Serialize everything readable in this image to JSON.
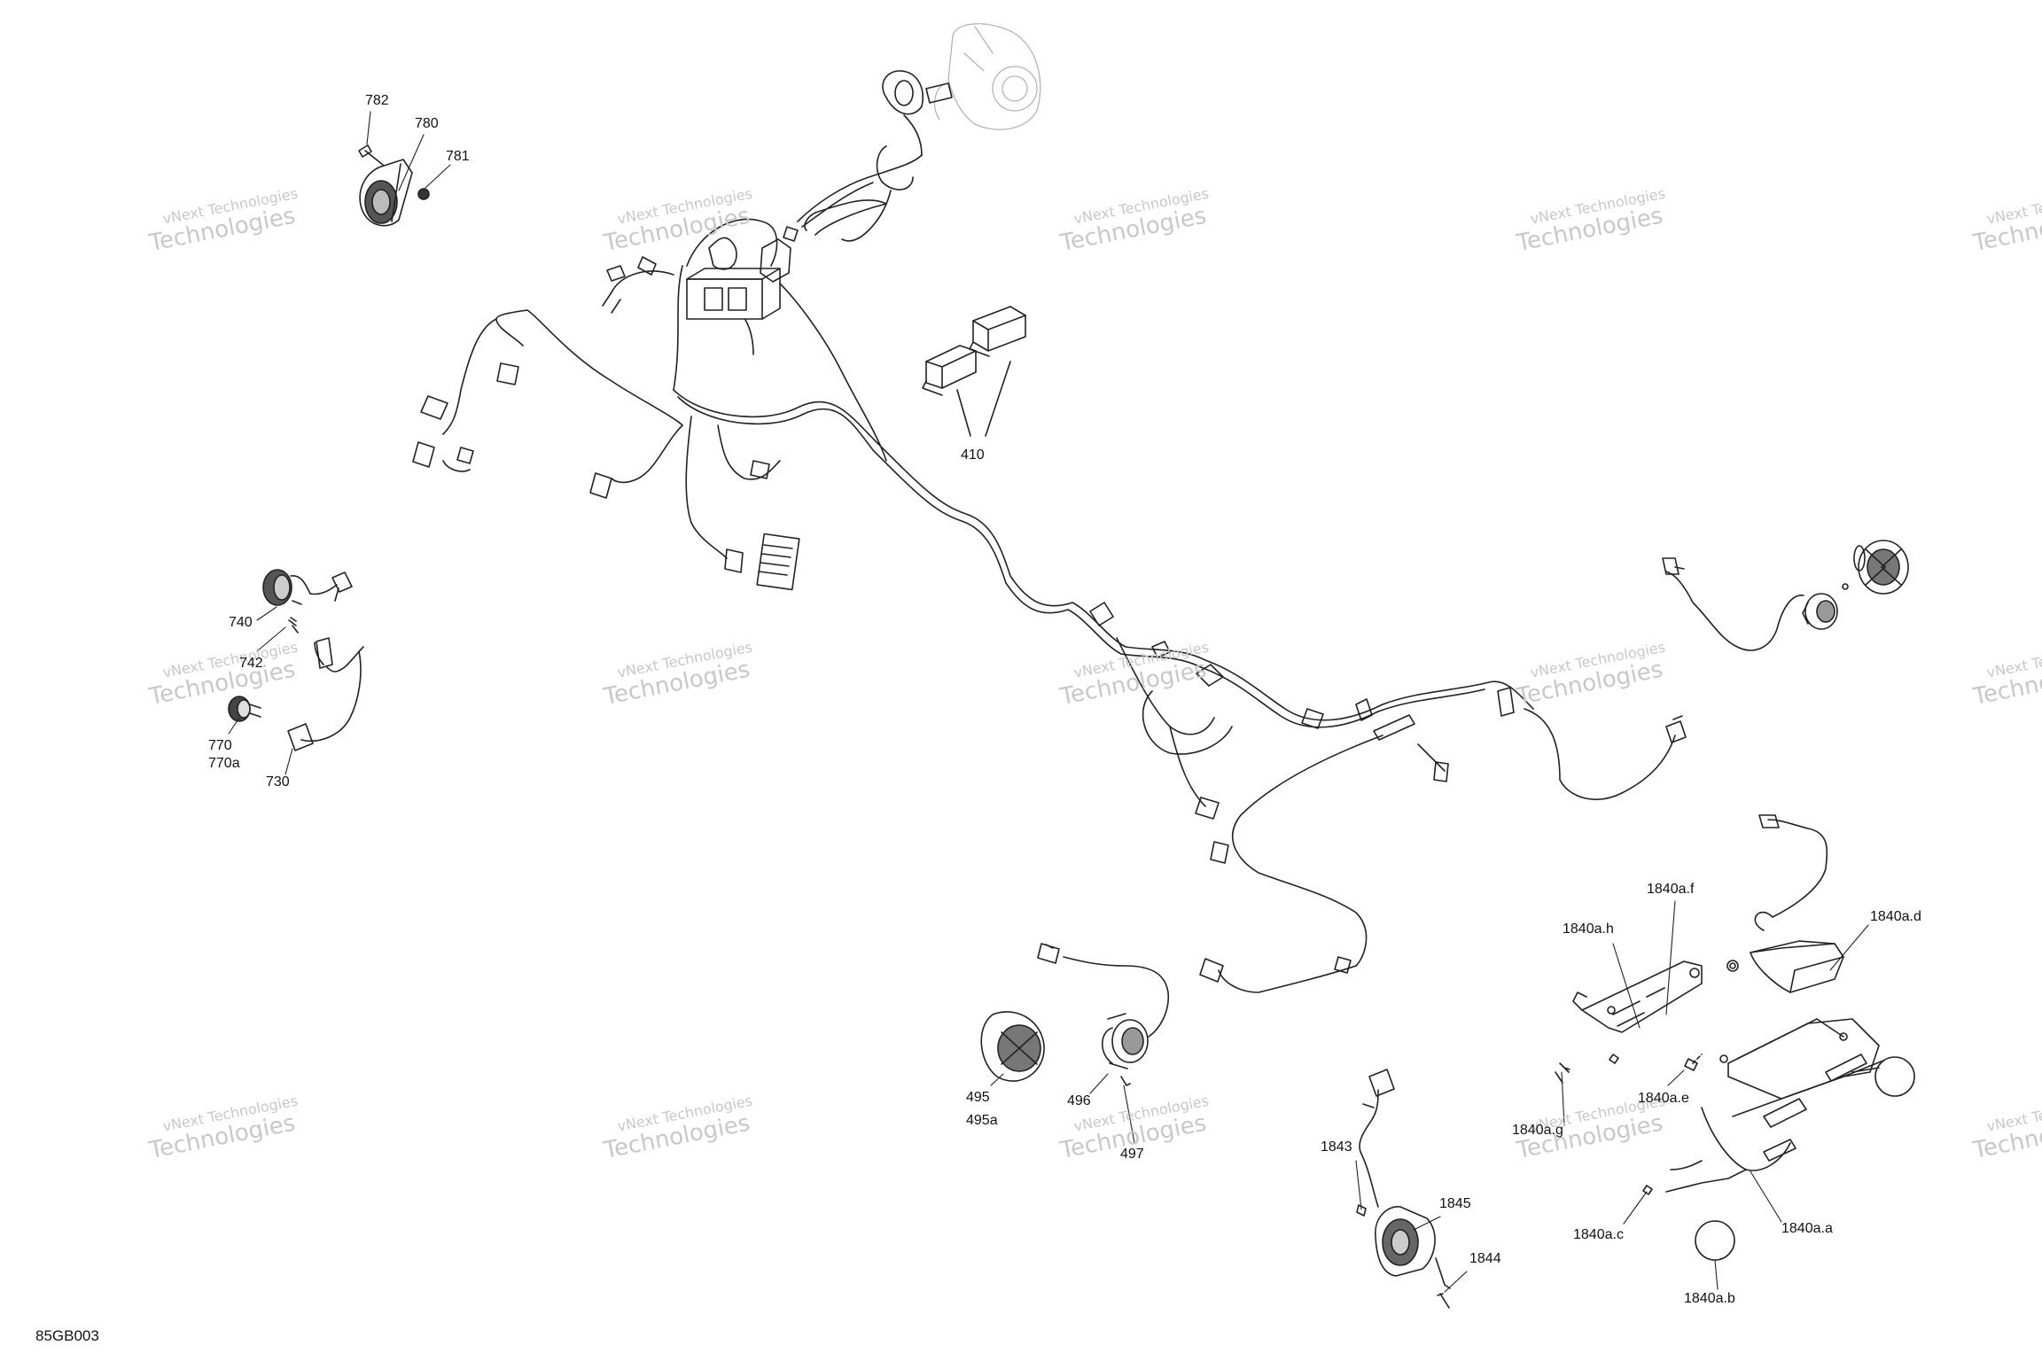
{
  "diagram": {
    "reference_code": "85GB003",
    "watermark_line1": "vNext Technologies",
    "watermark_line2": "Technologies",
    "callouts": {
      "c782": "782",
      "c780": "780",
      "c781": "781",
      "c410": "410",
      "c740": "740",
      "c742": "742",
      "c770": "770",
      "c770a": "770a",
      "c730": "730",
      "c495": "495",
      "c495a": "495a",
      "c496": "496",
      "c497": "497",
      "c1843": "1843",
      "c1845": "1845",
      "c1844": "1844",
      "c1840af": "1840a.f",
      "c1840ah": "1840a.h",
      "c1840ad": "1840a.d",
      "c1840ae": "1840a.e",
      "c1840ag": "1840a.g",
      "c1840ac": "1840a.c",
      "c1840aa": "1840a.a",
      "c1840ab": "1840a.b"
    }
  }
}
